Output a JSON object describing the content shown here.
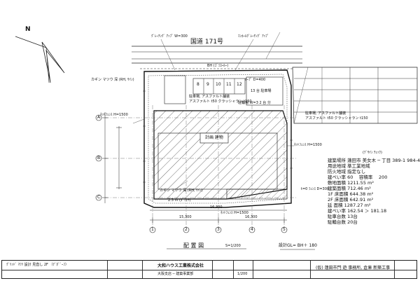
{
  "title_block": {
    "revision_note": "ｸﾞﾘｯﾄﾞ ﾏﾜﾘ 設計 見直し 2F （ﾃﾞﾀﾞﾞｰﾌ） 　　　　　　　　",
    "company": "大和ハウス工業株式会社",
    "branch": "大阪支店 ─ 建築事業部",
    "project": "(仮) 蓮田市門 遊 事務所, 倉庫 新築工事",
    "scale": "1/200"
  },
  "plan": {
    "road": "国道 171号",
    "north_mark": "N",
    "site_label": "計画 建物",
    "drawing_title": "配 置 図",
    "drawing_scale": "S=1/200",
    "gl_note": "設計GL= BH＋ 180",
    "dims_bottom": [
      "15,300",
      "16,300",
      "16,300"
    ],
    "grid_numbers": [
      "1",
      "2",
      "3",
      "4",
      "5"
    ],
    "grid_letters": [
      "A",
      "B",
      "C"
    ],
    "parking_numbers": [
      "8",
      "9",
      "10",
      "11",
      "12"
    ],
    "notes": [
      "ｸﾞﾚｰﾁﾝｸﾞ ｱｯﾌﾟ W=300",
      "ﾏﾝﾎｰﾙｸﾞﾚｰﾁﾝｸﾞ ｱｯﾌﾟ",
      "駐車場, アスファルト舗装",
      "アスファルト t50 クラッシャラン t150",
      "ﾈｯﾄﾌｪﾝｽ H=1500",
      "ﾈｯﾄﾌｪﾝｽ H=1500",
      "ﾈｯﾄﾌｪﾝｽ H=1500",
      "駐車場, アスファルト舗装",
      "アスファルト t50 クラッシャラン t150",
      "カギン マツウ 深 (RH, ｻｲﾝ)",
      "カギン マツウ 深 (RH, ｻｲﾝ)",
      "2.3 m (ﾀﾞﾐﾔﾁ)",
      "ｶｰﾌﾟ  D=400",
      "13 台 駐車場",
      "駐輪場 W=3 2 台 分",
      "BH (ｺﾞﾐﾛｰﾙｰ)",
      "t=0 ﾌｪﾝｽ D=300"
    ]
  },
  "building_info": {
    "rows": [
      {
        "label": "建築場所",
        "value": "蓮田市 美女木 ─ 丁目 389-1 984-4"
      },
      {
        "label": "用途地域",
        "value": "準工業地域"
      },
      {
        "label": "防火地域",
        "value": "指定なし"
      },
      {
        "label": "建ぺい率",
        "value": "60 　容積率 　200"
      },
      {
        "label": "敷地面積",
        "value": "1211.55 m²"
      },
      {
        "label": "建築面積",
        "value": "712.46 m²"
      },
      {
        "label": "1F 床面積",
        "value": "644.38 m²"
      },
      {
        "label": "2F 床面積",
        "value": "642.91 m²"
      },
      {
        "label": "延 面積",
        "value": "1287.27 m²"
      },
      {
        "label": "建ぺい率",
        "value": "162.54 ＞ 181.18"
      },
      {
        "label": "駐車台数",
        "value": "13台"
      },
      {
        "label": "駐輪台数",
        "value": "20台"
      }
    ],
    "header_note": "(ﾃﾞｻｲﾝ ﾁｪｯｸ)"
  }
}
